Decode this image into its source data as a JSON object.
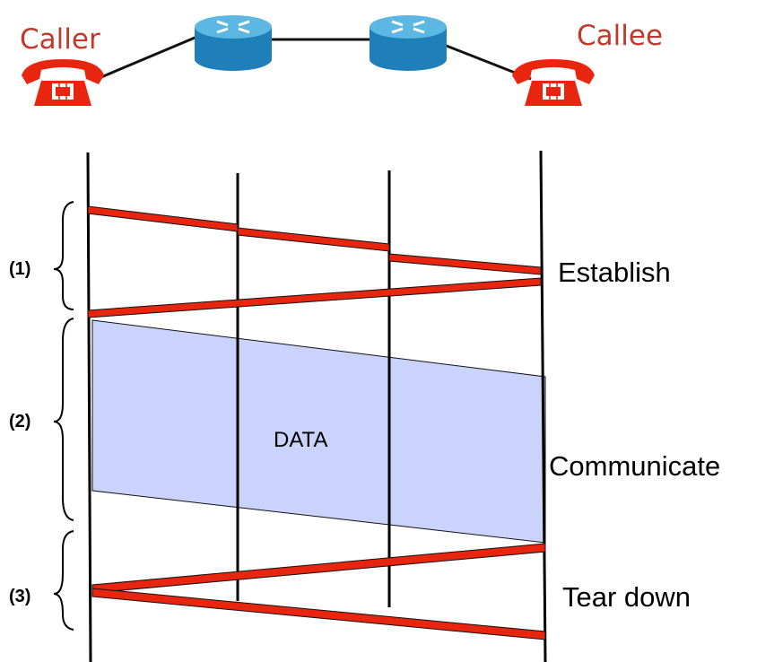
{
  "colors": {
    "accent": "#c0392b",
    "phone": "#e8260f",
    "router_top": "#5db7e3",
    "router_side": "#1f7fb8",
    "signal": "#e8260f",
    "data_fill": "#c9d3fb"
  },
  "endpoints": {
    "caller": "Caller",
    "callee": "Callee"
  },
  "icons": {
    "caller_phone": "telephone-icon",
    "callee_phone": "telephone-icon",
    "router_1": "router-icon",
    "router_2": "router-icon"
  },
  "phases": {
    "establish": {
      "step": "(1)",
      "label": "Establish"
    },
    "communicate": {
      "step": "(2)",
      "label": "Communicate"
    },
    "teardown": {
      "step": "(3)",
      "label": "Tear down"
    }
  },
  "data_label": "DATA"
}
